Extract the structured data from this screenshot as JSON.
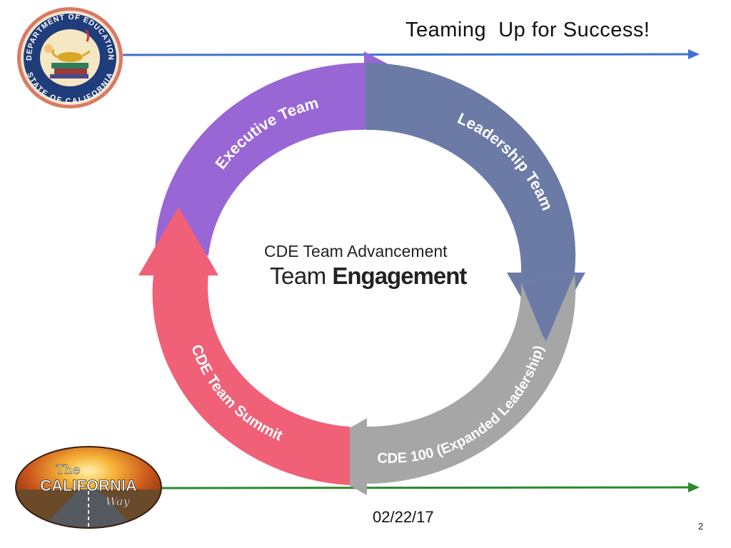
{
  "slide": {
    "title": "Teaming  Up for Success!",
    "date": "02/22/17",
    "page_number": "2"
  },
  "logos": {
    "seal": {
      "top_text": "DEPARTMENT OF EDUCATION",
      "bottom_text": "STATE OF CALIFORNIA"
    },
    "california_way": {
      "line1": "The",
      "line2": "CALIFORNIA",
      "line3": "Way"
    }
  },
  "cycle": {
    "center_line1": "CDE Team Advancement",
    "center_line2_regular": "Team ",
    "center_line2_bold": "Engagement",
    "segments": [
      {
        "label": "Executive Team",
        "color": "#9966d6"
      },
      {
        "label": "Leadership Team",
        "color": "#6b7ba6"
      },
      {
        "label": "CDE 100 (Expanded Leadership)",
        "color": "#a6a6a6"
      },
      {
        "label": "CDE Team Summit",
        "color": "#f06077"
      }
    ]
  },
  "colors": {
    "top_line": "#3f6fd8",
    "bottom_line": "#2a8a2a"
  }
}
